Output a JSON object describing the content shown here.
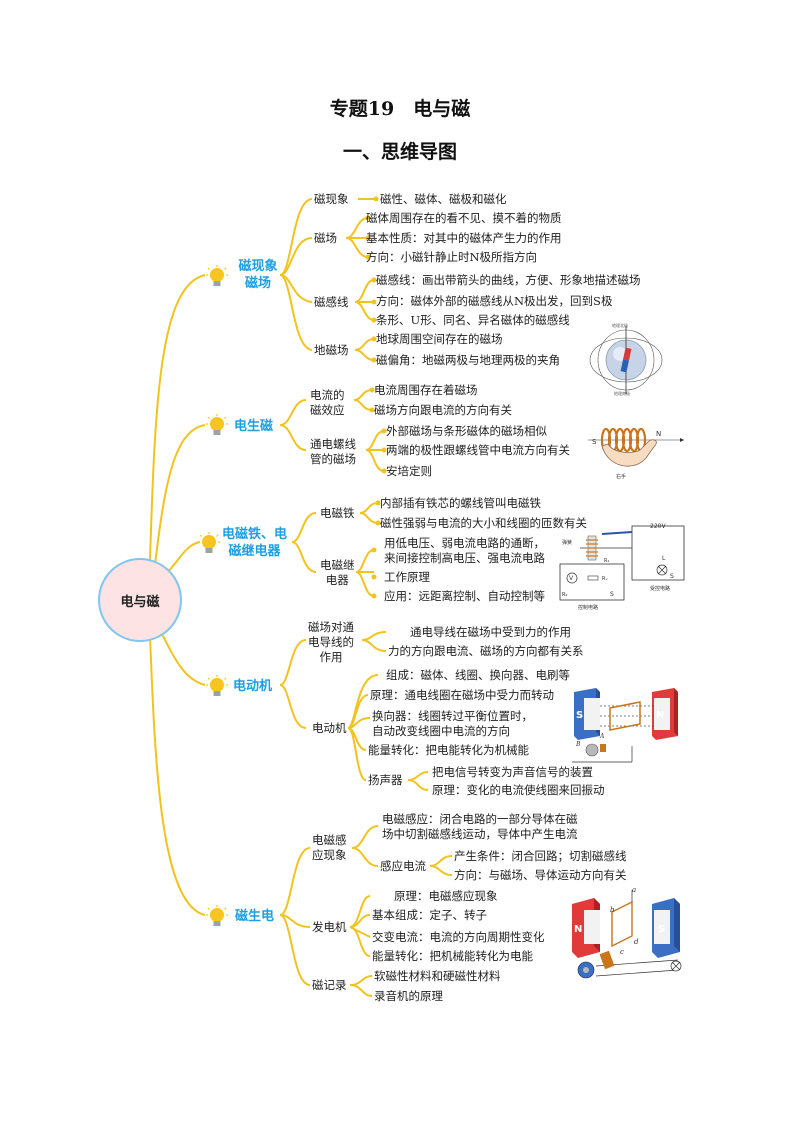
{
  "header": {
    "title": "专题19　电与磁",
    "subtitle": "一、思维导图"
  },
  "root": "电与磁",
  "categories": [
    {
      "label": "磁现象\n磁场",
      "branches": [
        {
          "label": "磁现象",
          "items": [
            "磁性、磁体、磁极和磁化"
          ]
        },
        {
          "label": "磁场",
          "items": [
            "磁体周围存在的看不见、摸不着的物质",
            "基本性质：对其中的磁体产生力的作用",
            "方向：小磁针静止时N极所指方向"
          ]
        },
        {
          "label": "磁感线",
          "items": [
            "磁感线：画出带箭头的曲线，方便、形象地描述磁场",
            "方向：磁体外部的磁感线从N极出发，回到S极",
            "条形、U形、同名、异名磁体的磁感线"
          ]
        },
        {
          "label": "地磁场",
          "items": [
            "地球周围空间存在的磁场",
            "磁偏角：地磁两极与地理两极的夹角"
          ]
        }
      ]
    },
    {
      "label": "电生磁",
      "branches": [
        {
          "label": "电流的\n磁效应",
          "items": [
            "电流周围存在着磁场",
            "磁场方向跟电流的方向有关"
          ]
        },
        {
          "label": "通电螺线\n管的磁场",
          "items": [
            "外部磁场与条形磁体的磁场相似",
            "两端的极性跟螺线管中电流方向有关",
            "安培定则"
          ]
        }
      ]
    },
    {
      "label": "电磁铁、电\n磁继电器",
      "branches": [
        {
          "label": "电磁铁",
          "items": [
            "内部插有铁芯的螺线管叫电磁铁",
            "磁性强弱与电流的大小和线圈的匝数有关"
          ]
        },
        {
          "label": "电磁继\n电器",
          "items": [
            "用低电压、弱电流电路的通断，\n来间接控制高电压、强电流电路",
            "工作原理",
            "应用：远距离控制、自动控制等"
          ]
        }
      ]
    },
    {
      "label": "电动机",
      "branches": [
        {
          "label": "磁场对通\n电导线的\n作用",
          "items": [
            "通电导线在磁场中受到力的作用",
            "力的方向跟电流、磁场的方向都有关系"
          ]
        },
        {
          "label": "电动机",
          "items": [
            "组成：磁体、线圈、换向器、电刷等",
            "原理：通电线圈在磁场中受力而转动",
            "换向器：线圈转过平衡位置时，\n自动改变线圈中电流的方向",
            "能量转化：把电能转化为机械能"
          ]
        },
        {
          "label": "扬声器",
          "items": [
            "把电信号转变为声音信号的装置",
            "原理：变化的电流使线圈来回振动"
          ]
        }
      ]
    },
    {
      "label": "磁生电",
      "branches": [
        {
          "label": "电磁感\n应现象",
          "items": [
            "电磁感应：闭合电路的一部分导体在磁\n场中切割磁感线运动，导体中产生电流"
          ]
        },
        {
          "label": "感应电流",
          "items": [
            "产生条件：闭合回路；切割磁感线",
            "方向：与磁场、导体运动方向有关"
          ]
        },
        {
          "label": "发电机",
          "items": [
            "原理：电磁感应现象",
            "基本组成：定子、转子",
            "交变电流：电流的方向周期性变化",
            "能量转化：把机械能转化为电能"
          ]
        },
        {
          "label": "磁记录",
          "items": [
            "软磁性材料和硬磁性材料",
            "录音机的原理"
          ]
        }
      ]
    }
  ],
  "figures": {
    "earth_top": "地理北极",
    "earth_bottom": "地理南极",
    "hand_caption": "右手",
    "relay_top_voltage": "220V",
    "relay_label_left": "弹簧",
    "relay_label_r": "R₁",
    "relay_label_l": "L",
    "relay_label_s1": "S",
    "relay_label_s2": "S",
    "relay_label_r2": "R₂",
    "relay_label_rx": "Rₓ",
    "relay_caption_left": "控制电路",
    "relay_caption_right": "受控电路",
    "motor_s": "S",
    "motor_n": "N",
    "motor_a": "A",
    "motor_b": "B",
    "gen_n": "N",
    "gen_s": "S",
    "gen_a": "a",
    "gen_b": "b",
    "gen_c": "c",
    "gen_d": "d",
    "coil_s": "S",
    "coil_n": "N"
  }
}
